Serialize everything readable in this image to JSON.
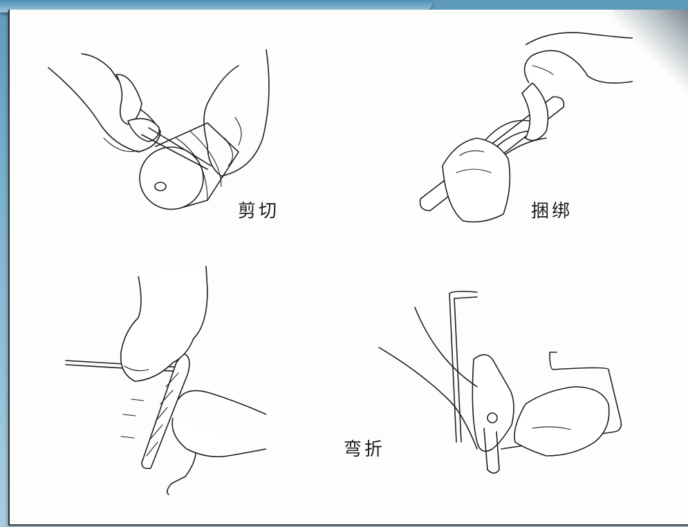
{
  "labels": {
    "cut": "剪切",
    "bind": "捆绑",
    "bend": "弯折"
  },
  "colors": {
    "frame_blue": "#7fb3cf",
    "paper": "#fdfdfb",
    "ink": "#1c1c1c"
  },
  "illustrations": [
    "scissors-cutting-roll",
    "tape-wrapping-rod",
    "hand-bending-wire",
    "pliers-bending-wire"
  ]
}
